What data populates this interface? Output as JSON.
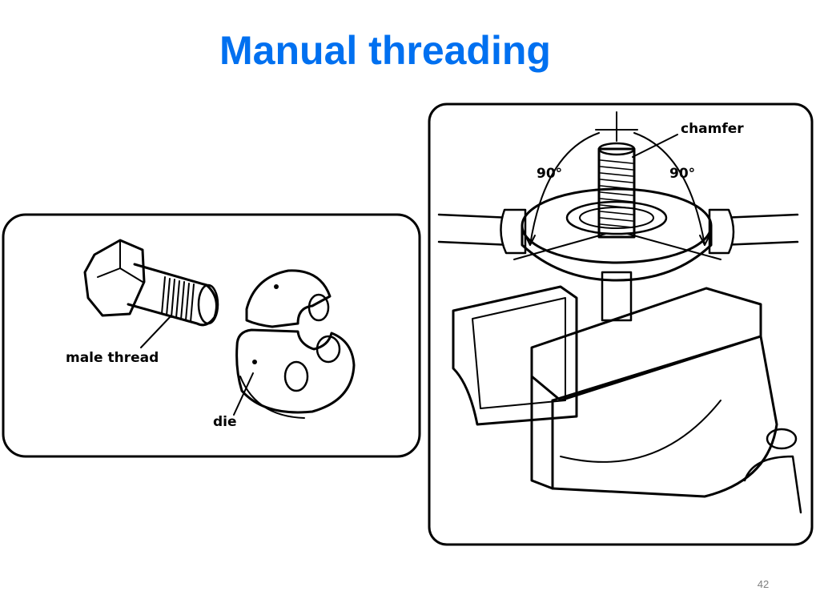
{
  "slide": {
    "title": "Manual threading",
    "page_number": "42"
  },
  "left_figure": {
    "labels": {
      "male_thread": "male thread",
      "die": "die"
    }
  },
  "right_figure": {
    "labels": {
      "chamfer": "chamfer",
      "angle_left": "90°",
      "angle_right": "90°"
    }
  },
  "colors": {
    "title": "#0070f0",
    "page_number": "#7f7f7f",
    "line_art": "#000000"
  }
}
